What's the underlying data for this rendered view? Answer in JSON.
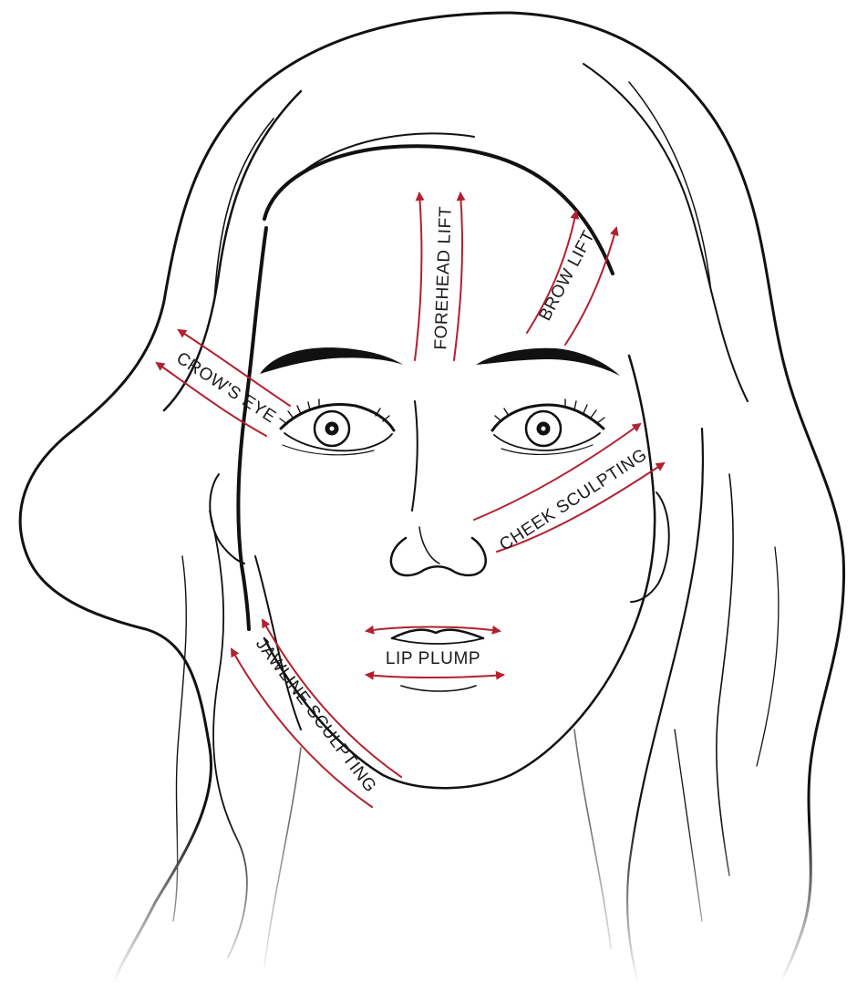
{
  "colors": {
    "ink": "#111111",
    "arrow": "#b3202e",
    "background": "#ffffff"
  },
  "zones": {
    "forehead": {
      "label": "FOREHEAD LIFT"
    },
    "brow": {
      "label": "BROW LIFT"
    },
    "crows_eye": {
      "label": "CROW'S EYE"
    },
    "cheek": {
      "label": "CHEEK SCULPTING"
    },
    "lip": {
      "label": "LIP PLUMP"
    },
    "jawline": {
      "label": "JAWLINE SCULPTING"
    }
  }
}
